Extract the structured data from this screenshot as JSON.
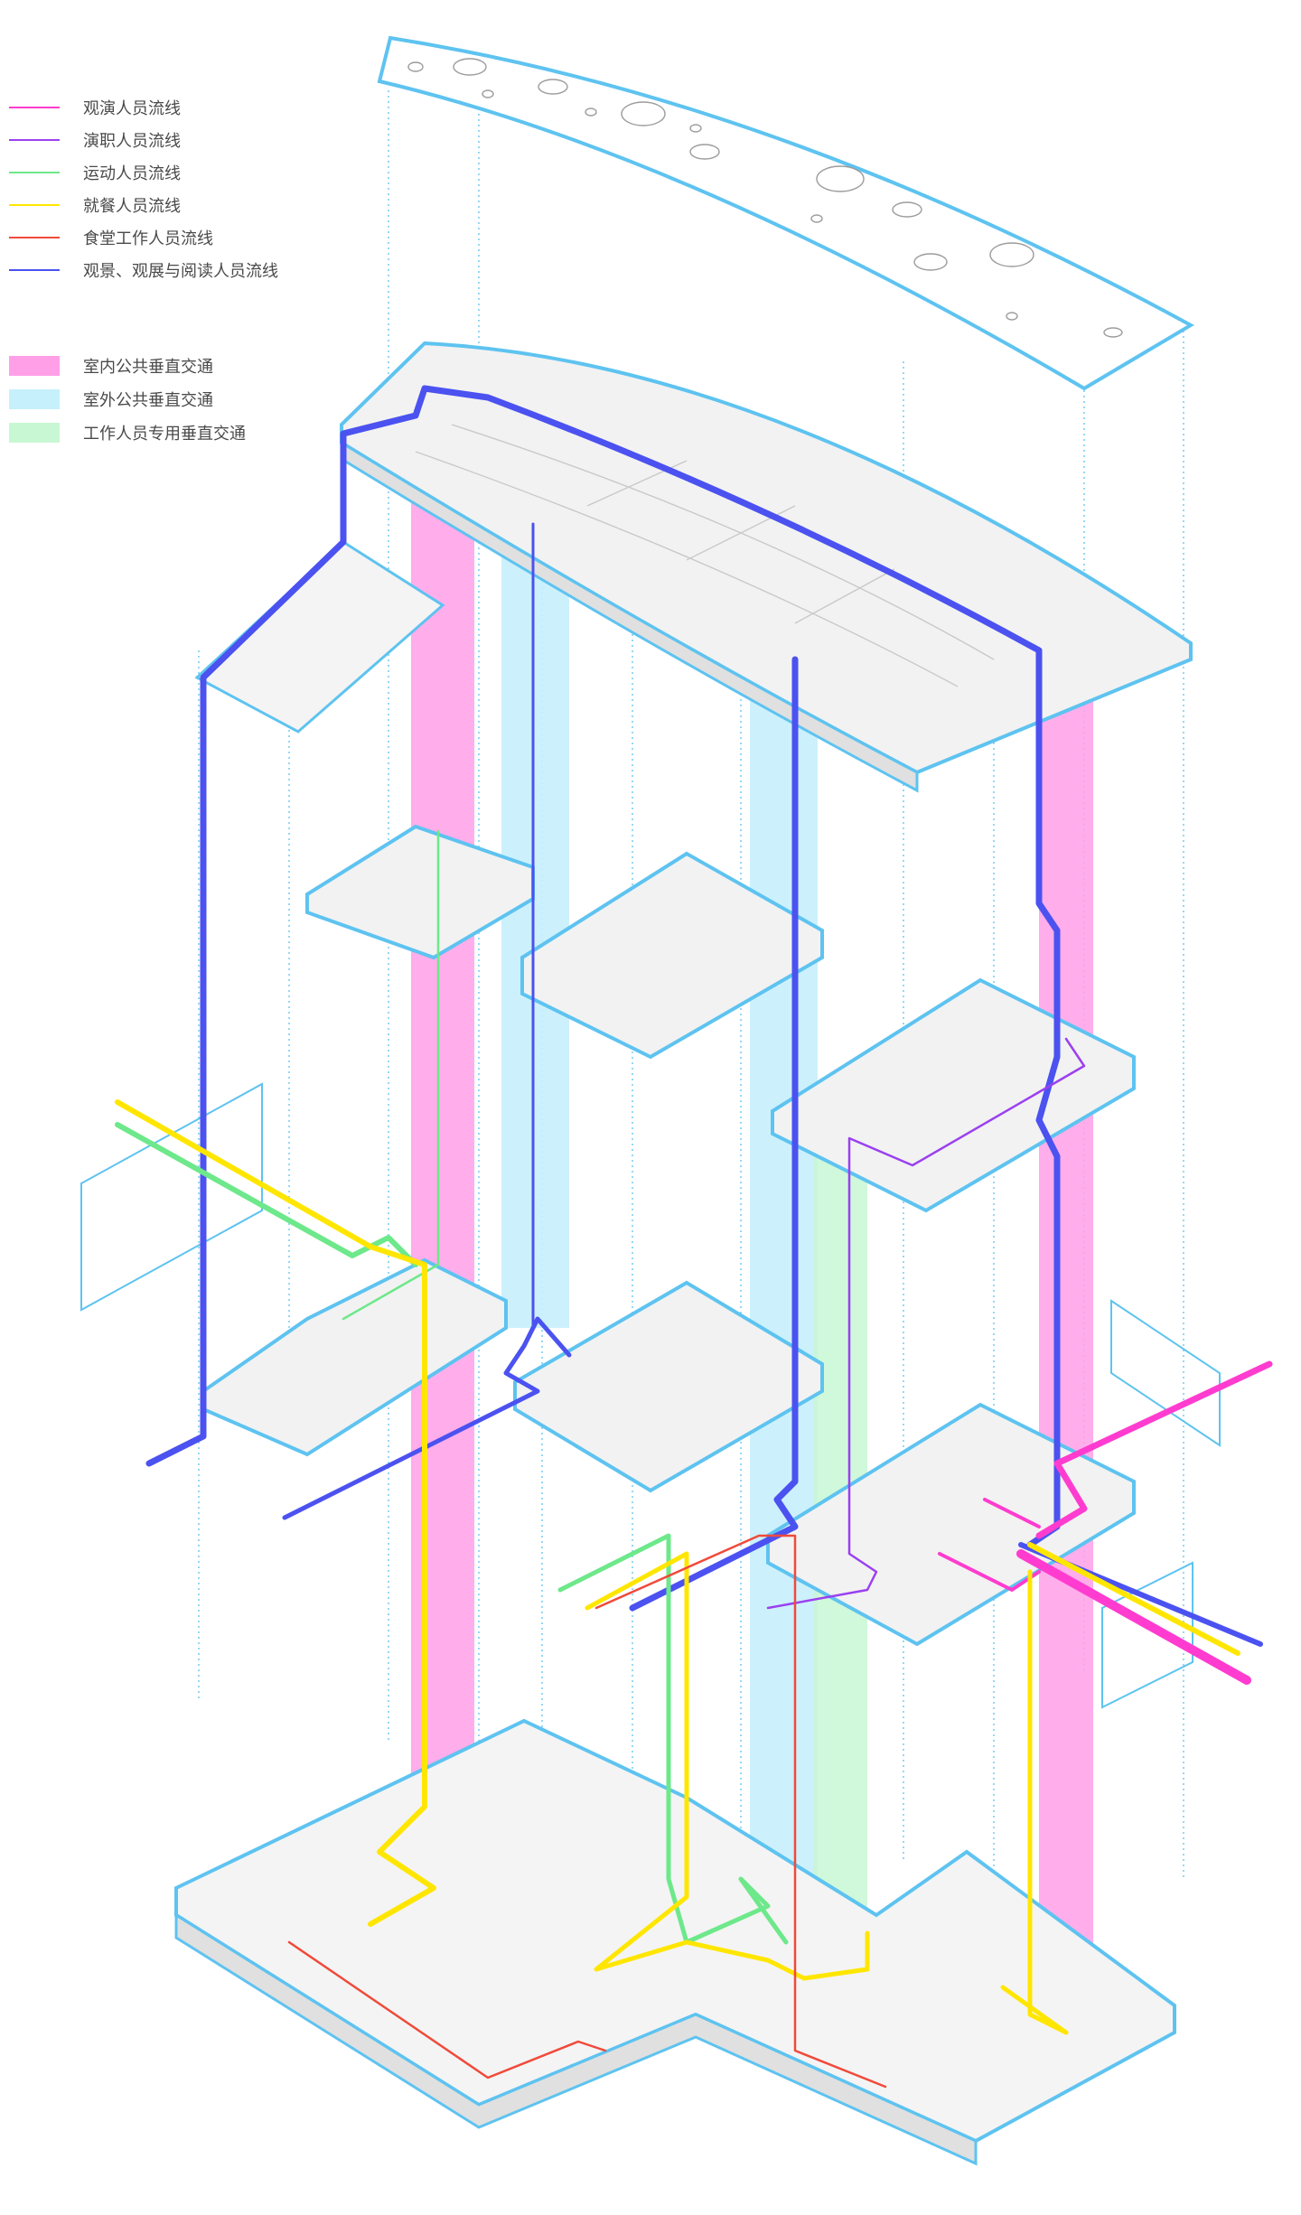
{
  "legend": {
    "lines": [
      {
        "label": "观演人员流线",
        "color": "#ff3ccf"
      },
      {
        "label": "演职人员流线",
        "color": "#9b40f0"
      },
      {
        "label": "运动人员流线",
        "color": "#6de88a"
      },
      {
        "label": "就餐人员流线",
        "color": "#ffe600"
      },
      {
        "label": "食堂工作人员流线",
        "color": "#f04a3a"
      },
      {
        "label": "观景、观展与阅读人员流线",
        "color": "#4b52f0"
      }
    ],
    "zones": [
      {
        "label": "室内公共垂直交通",
        "color": "#ff9fe8"
      },
      {
        "label": "室外公共垂直交通",
        "color": "#c6f0fc"
      },
      {
        "label": "工作人员专用垂直交通",
        "color": "#c8f7d3"
      }
    ]
  },
  "colors": {
    "outline": "#5ec3f0",
    "floor_fill": "#f4f4f4",
    "floor_side": "#e2e2e2",
    "dotted": "#5ec3f0"
  }
}
